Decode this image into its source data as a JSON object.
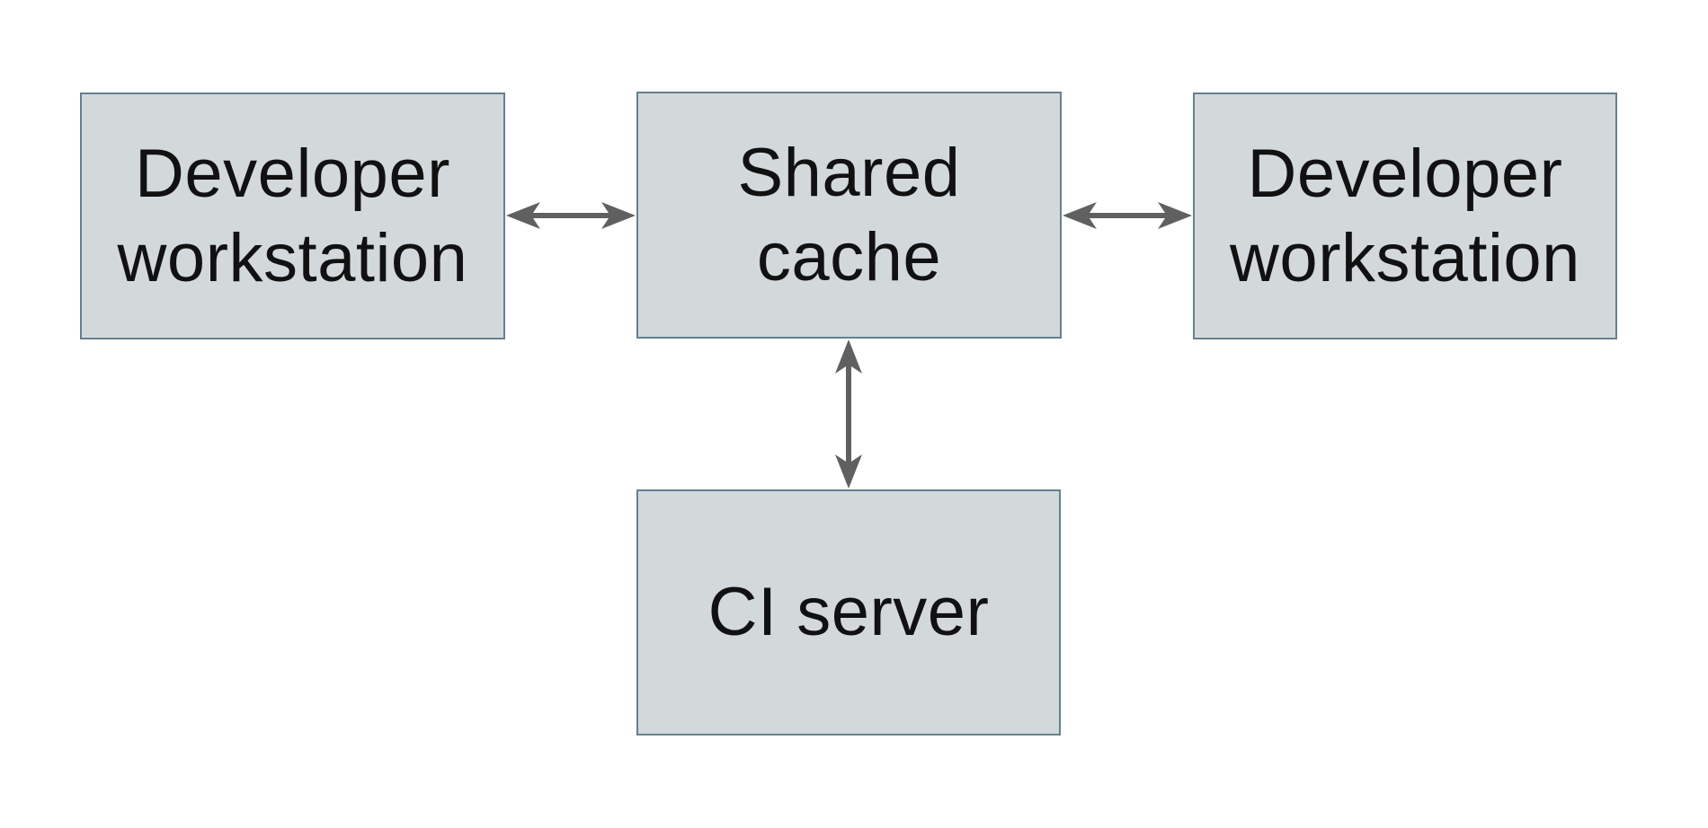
{
  "diagram": {
    "type": "architecture-diagram",
    "nodes": [
      {
        "id": "developer-workstation-left",
        "label": "Developer workstation",
        "lines": [
          "Developer",
          "workstation"
        ]
      },
      {
        "id": "shared-cache",
        "label": "Shared cache",
        "lines": [
          "Shared",
          "cache"
        ]
      },
      {
        "id": "developer-workstation-right",
        "label": "Developer workstation",
        "lines": [
          "Developer",
          "workstation"
        ]
      },
      {
        "id": "ci-server",
        "label": "CI server",
        "lines": [
          "CI server"
        ]
      }
    ],
    "edges": [
      {
        "from": "developer-workstation-left",
        "to": "shared-cache",
        "direction": "bidirectional"
      },
      {
        "from": "shared-cache",
        "to": "developer-workstation-right",
        "direction": "bidirectional"
      },
      {
        "from": "shared-cache",
        "to": "ci-server",
        "direction": "bidirectional"
      }
    ],
    "colors": {
      "node_fill": "#d3d9db",
      "node_border": "#65808d",
      "arrow": "#606060",
      "text": "#111111",
      "background": "#ffffff"
    }
  }
}
